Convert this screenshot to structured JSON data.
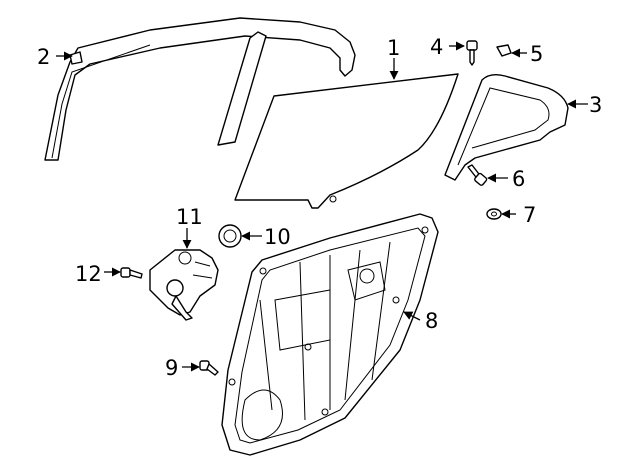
{
  "callouts": {
    "c1": "1",
    "c2": "2",
    "c3": "3",
    "c4": "4",
    "c5": "5",
    "c6": "6",
    "c7": "7",
    "c8": "8",
    "c9": "9",
    "c10": "10",
    "c11": "11",
    "c12": "12"
  },
  "colors": {
    "line": "#000000",
    "background": "#ffffff"
  }
}
